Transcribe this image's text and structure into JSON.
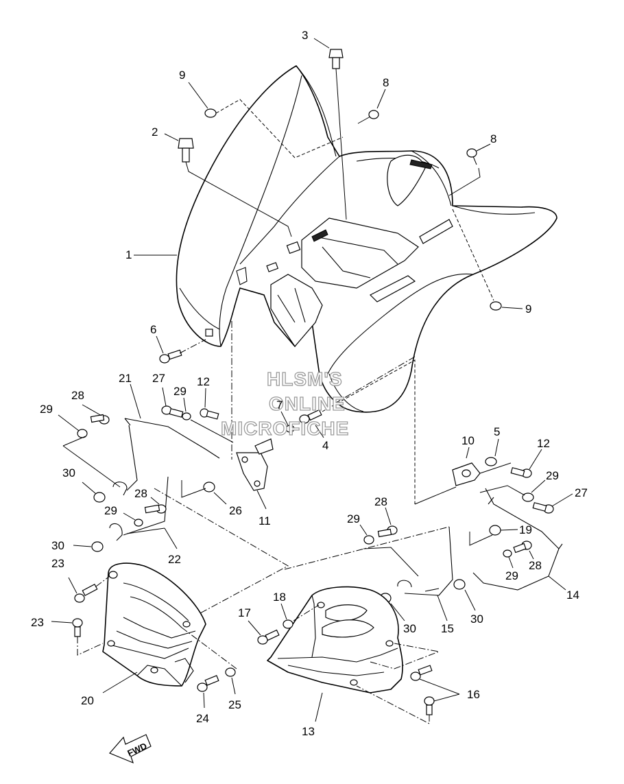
{
  "watermark": {
    "line1": "HLSM'S",
    "line2": "ONLINE",
    "line3": "MICROFICHE"
  },
  "direction_arrow": {
    "label": "FWD"
  },
  "callouts": [
    {
      "id": "c1",
      "label": "1"
    },
    {
      "id": "c2",
      "label": "2"
    },
    {
      "id": "c3",
      "label": "3"
    },
    {
      "id": "c4",
      "label": "4"
    },
    {
      "id": "c5",
      "label": "5"
    },
    {
      "id": "c6",
      "label": "6"
    },
    {
      "id": "c7",
      "label": "7"
    },
    {
      "id": "c8a",
      "label": "8"
    },
    {
      "id": "c8b",
      "label": "8"
    },
    {
      "id": "c9a",
      "label": "9"
    },
    {
      "id": "c9b",
      "label": "9"
    },
    {
      "id": "c10",
      "label": "10"
    },
    {
      "id": "c11",
      "label": "11"
    },
    {
      "id": "c12a",
      "label": "12"
    },
    {
      "id": "c12b",
      "label": "12"
    },
    {
      "id": "c13",
      "label": "13"
    },
    {
      "id": "c14",
      "label": "14"
    },
    {
      "id": "c15",
      "label": "15"
    },
    {
      "id": "c16",
      "label": "16"
    },
    {
      "id": "c17",
      "label": "17"
    },
    {
      "id": "c18",
      "label": "18"
    },
    {
      "id": "c19",
      "label": "19"
    },
    {
      "id": "c20",
      "label": "20"
    },
    {
      "id": "c21",
      "label": "21"
    },
    {
      "id": "c22",
      "label": "22"
    },
    {
      "id": "c23a",
      "label": "23"
    },
    {
      "id": "c23b",
      "label": "23"
    },
    {
      "id": "c24",
      "label": "24"
    },
    {
      "id": "c25",
      "label": "25"
    },
    {
      "id": "c26",
      "label": "26"
    },
    {
      "id": "c27a",
      "label": "27"
    },
    {
      "id": "c27b",
      "label": "27"
    },
    {
      "id": "c28a",
      "label": "28"
    },
    {
      "id": "c28b",
      "label": "28"
    },
    {
      "id": "c28c",
      "label": "28"
    },
    {
      "id": "c28d",
      "label": "28"
    },
    {
      "id": "c29a",
      "label": "29"
    },
    {
      "id": "c29b",
      "label": "29"
    },
    {
      "id": "c29c",
      "label": "29"
    },
    {
      "id": "c29d",
      "label": "29"
    },
    {
      "id": "c29e",
      "label": "29"
    },
    {
      "id": "c29f",
      "label": "29"
    },
    {
      "id": "c30a",
      "label": "30"
    },
    {
      "id": "c30b",
      "label": "30"
    },
    {
      "id": "c30c",
      "label": "30"
    },
    {
      "id": "c30d",
      "label": "30"
    }
  ]
}
